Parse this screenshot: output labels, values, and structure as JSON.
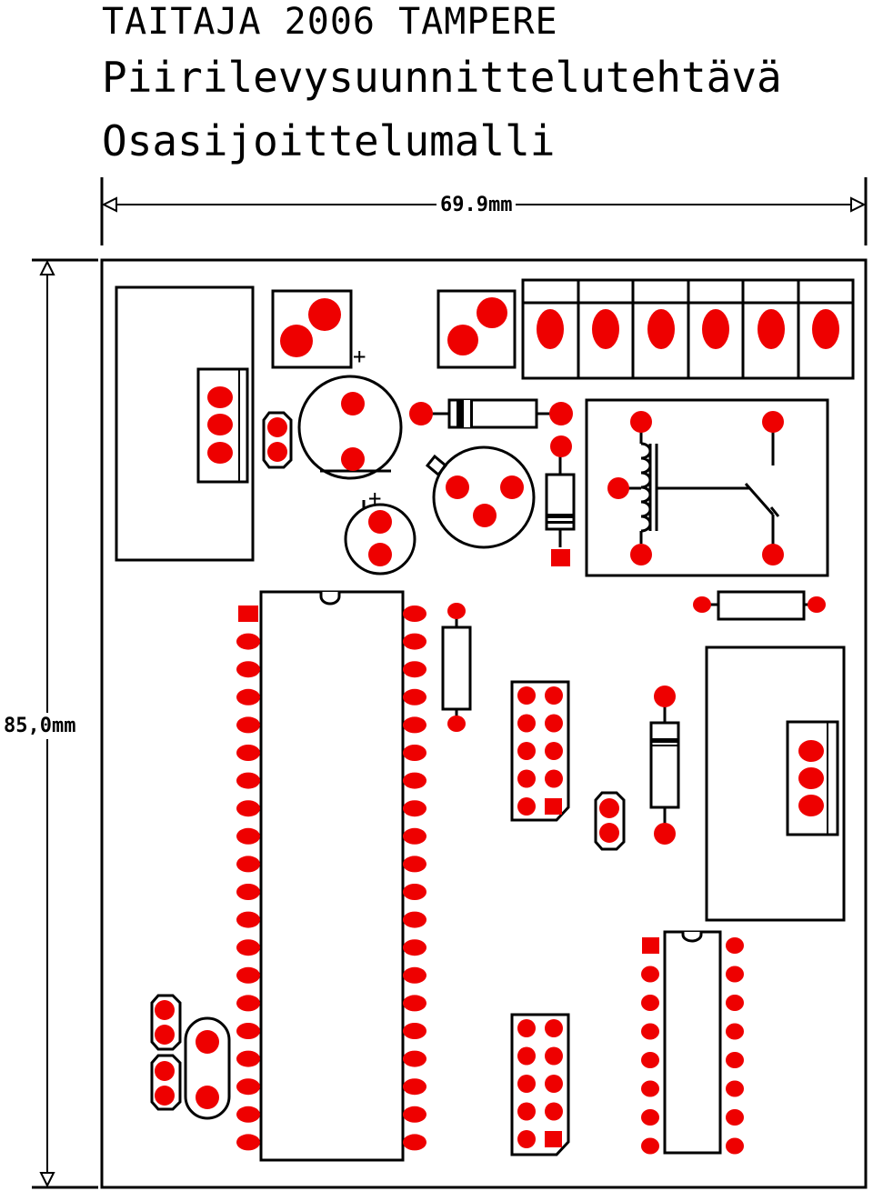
{
  "header": {
    "line1": "TAITAJA 2006 TAMPERE",
    "line2": "Piirilevysuunnittelutehtävä",
    "line3": "Osasijoittelumalli"
  },
  "dimensions": {
    "width_label": "69.9mm",
    "height_label": "85,0mm"
  },
  "markings": {
    "plus": "+",
    "minus": "-"
  },
  "colors": {
    "pad": "#ee0000",
    "outline": "#000000",
    "background": "#ffffff"
  },
  "components": {
    "ic_large_pins_per_side": 20,
    "ic_small_pins_per_side": 8,
    "terminal_block_count": 6,
    "header_2x5_count": 2
  }
}
